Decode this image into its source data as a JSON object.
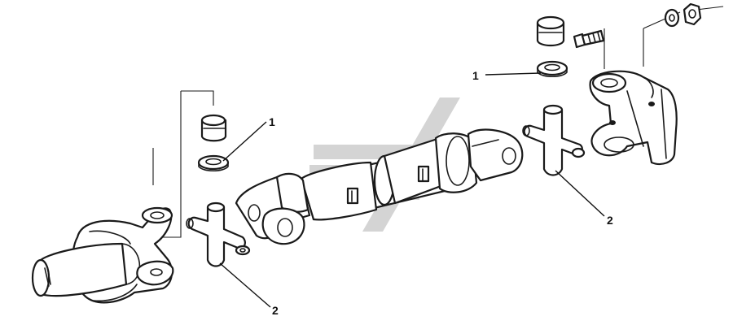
{
  "diagram": {
    "callouts": [
      {
        "id": "left-1",
        "text": "1"
      },
      {
        "id": "left-2",
        "text": "2"
      },
      {
        "id": "right-1",
        "text": "1"
      },
      {
        "id": "right-2",
        "text": "2"
      }
    ]
  }
}
